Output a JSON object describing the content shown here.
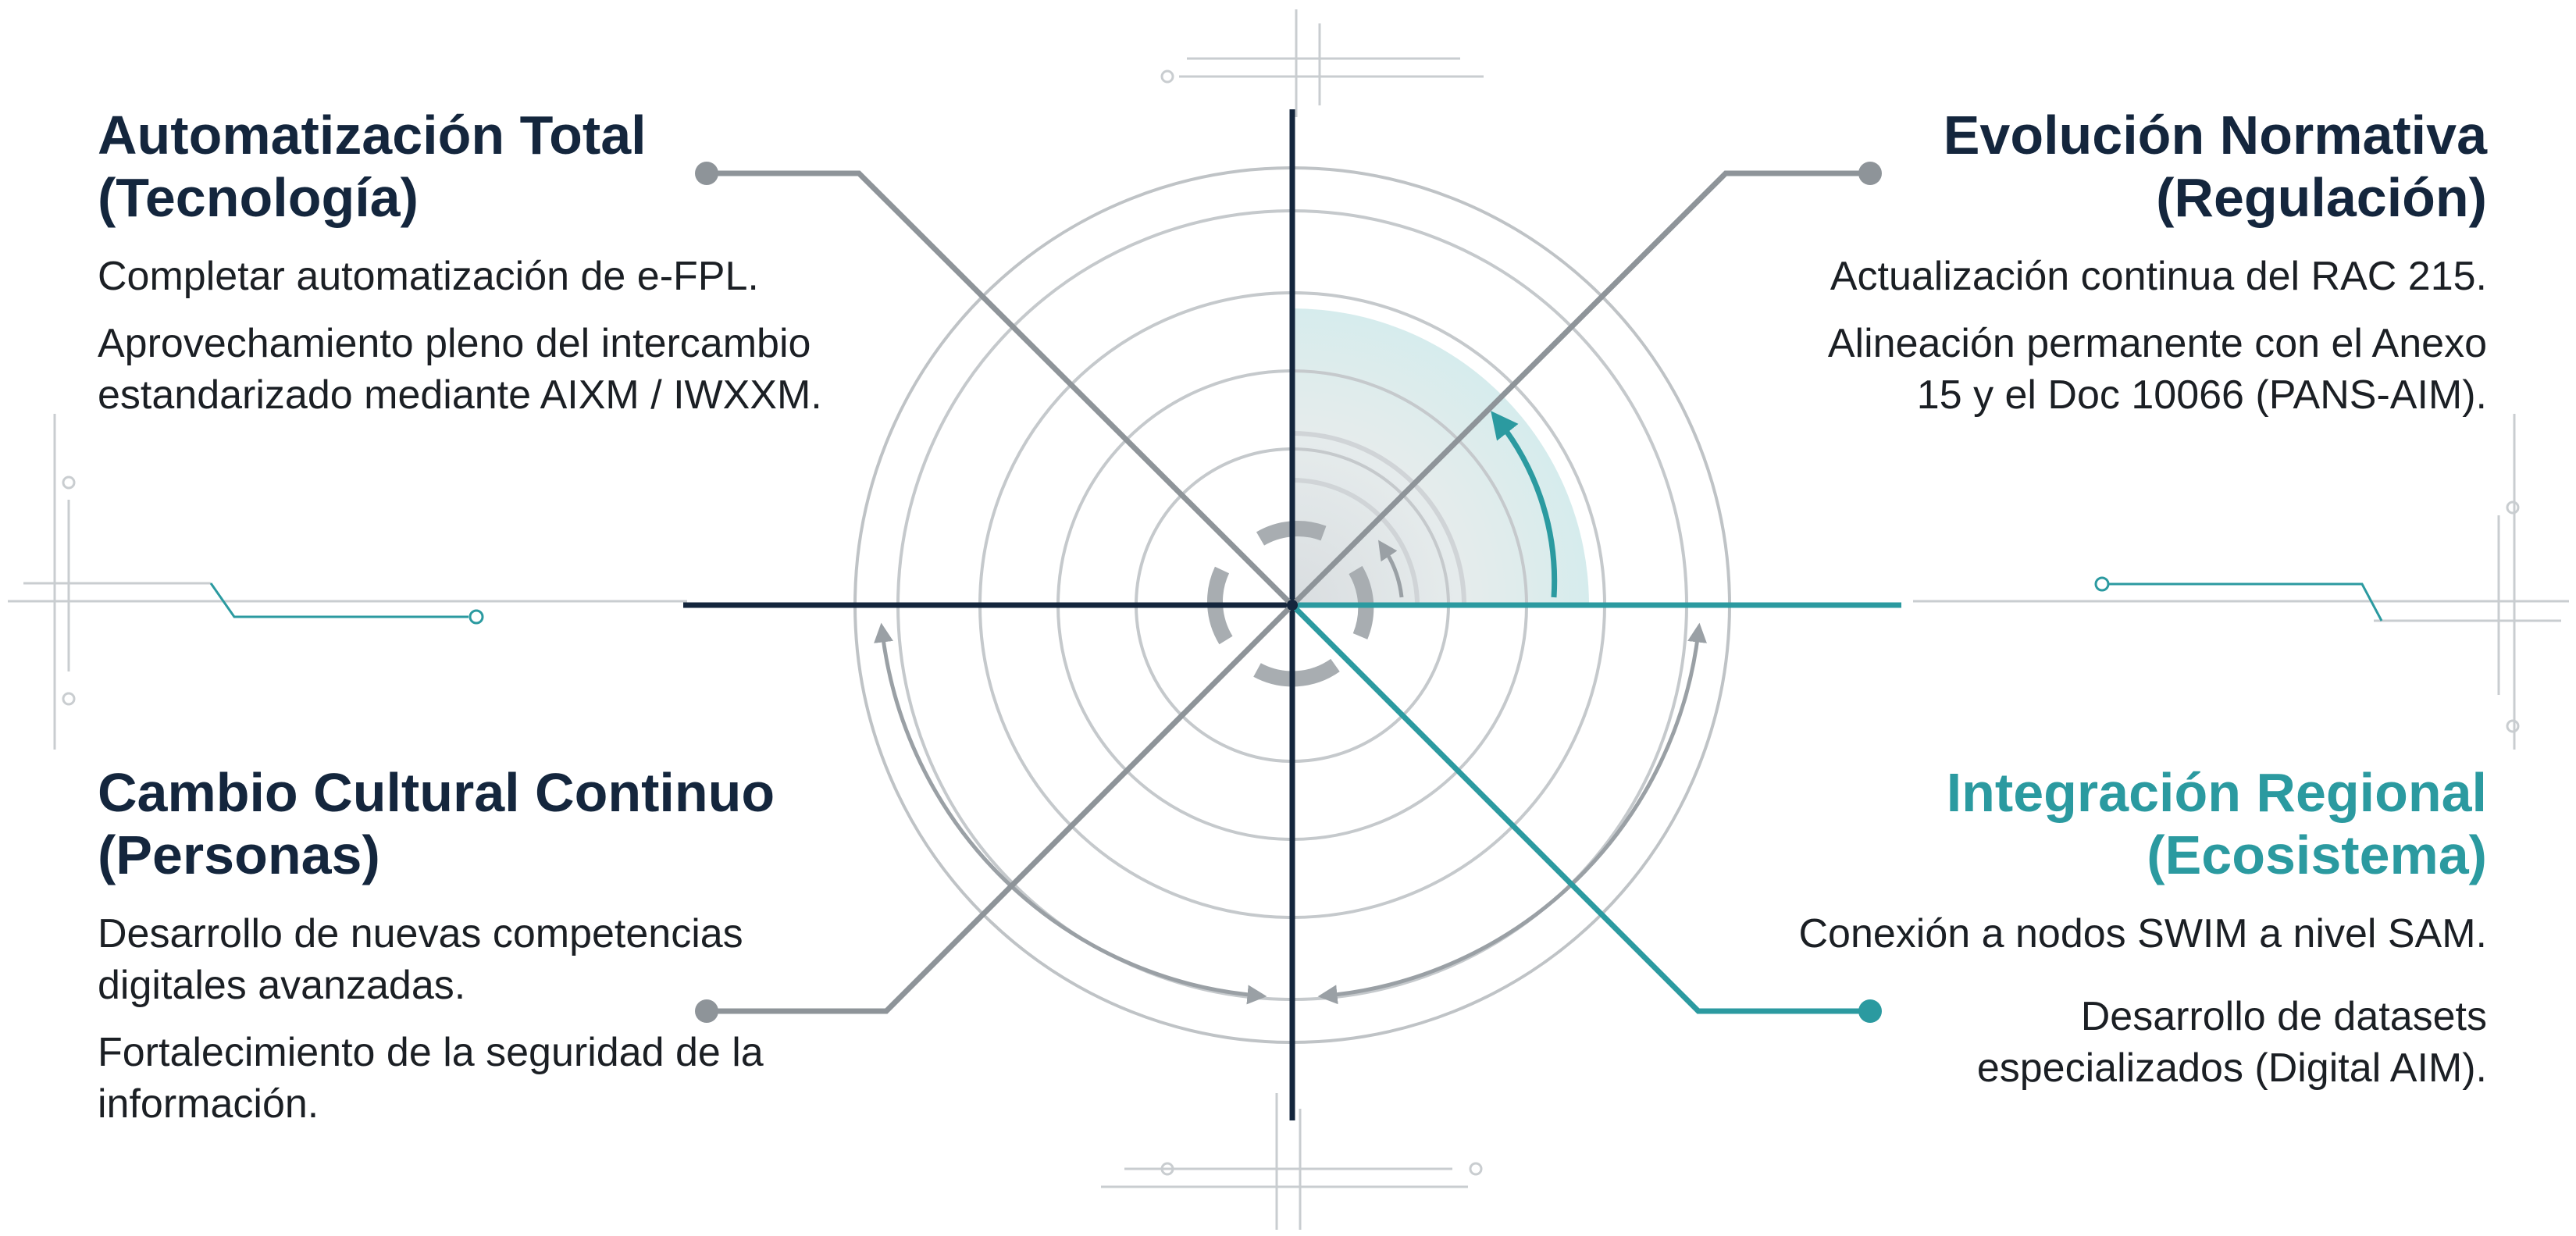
{
  "quadrants": {
    "tecnologia": {
      "title_line1": "Automatización Total",
      "title_line2": "(Tecnología)",
      "items": [
        {
          "line1": "Completar automatización de e-FPL.",
          "line2": ""
        },
        {
          "line1": "Aprovechamiento pleno del intercambio",
          "line2": "estandarizado mediante AIXM / IWXXM."
        }
      ]
    },
    "regulacion": {
      "title_line1": "Evolución Normativa",
      "title_line2": "(Regulación)",
      "items": [
        {
          "line1": "Actualización continua del RAC 215.",
          "line2": ""
        },
        {
          "line1": "Alineación permanente con el Anexo",
          "line2": "15 y el Doc 10066 (PANS-AIM)."
        }
      ]
    },
    "personas": {
      "title_line1": "Cambio Cultural Continuo",
      "title_line2": "(Personas)",
      "items": [
        {
          "line1": "Desarrollo de nuevas competencias",
          "line2": "digitales avanzadas."
        },
        {
          "line1": "Fortalecimiento de la seguridad de la",
          "line2": "información."
        }
      ]
    },
    "ecosistema": {
      "title_line1": "Integración Regional",
      "title_line2": "(Ecosistema)",
      "items": [
        {
          "line1": "Conexión a nodos SWIM a nivel SAM.",
          "line2": ""
        },
        {
          "line1": "Desarrollo de datasets",
          "line2": "especializados (Digital AIM)."
        }
      ]
    }
  },
  "colors": {
    "navy": "#14263d",
    "teal": "#2b9aa0",
    "gray": "#8e9499",
    "light_gray": "#c9cdd0"
  }
}
